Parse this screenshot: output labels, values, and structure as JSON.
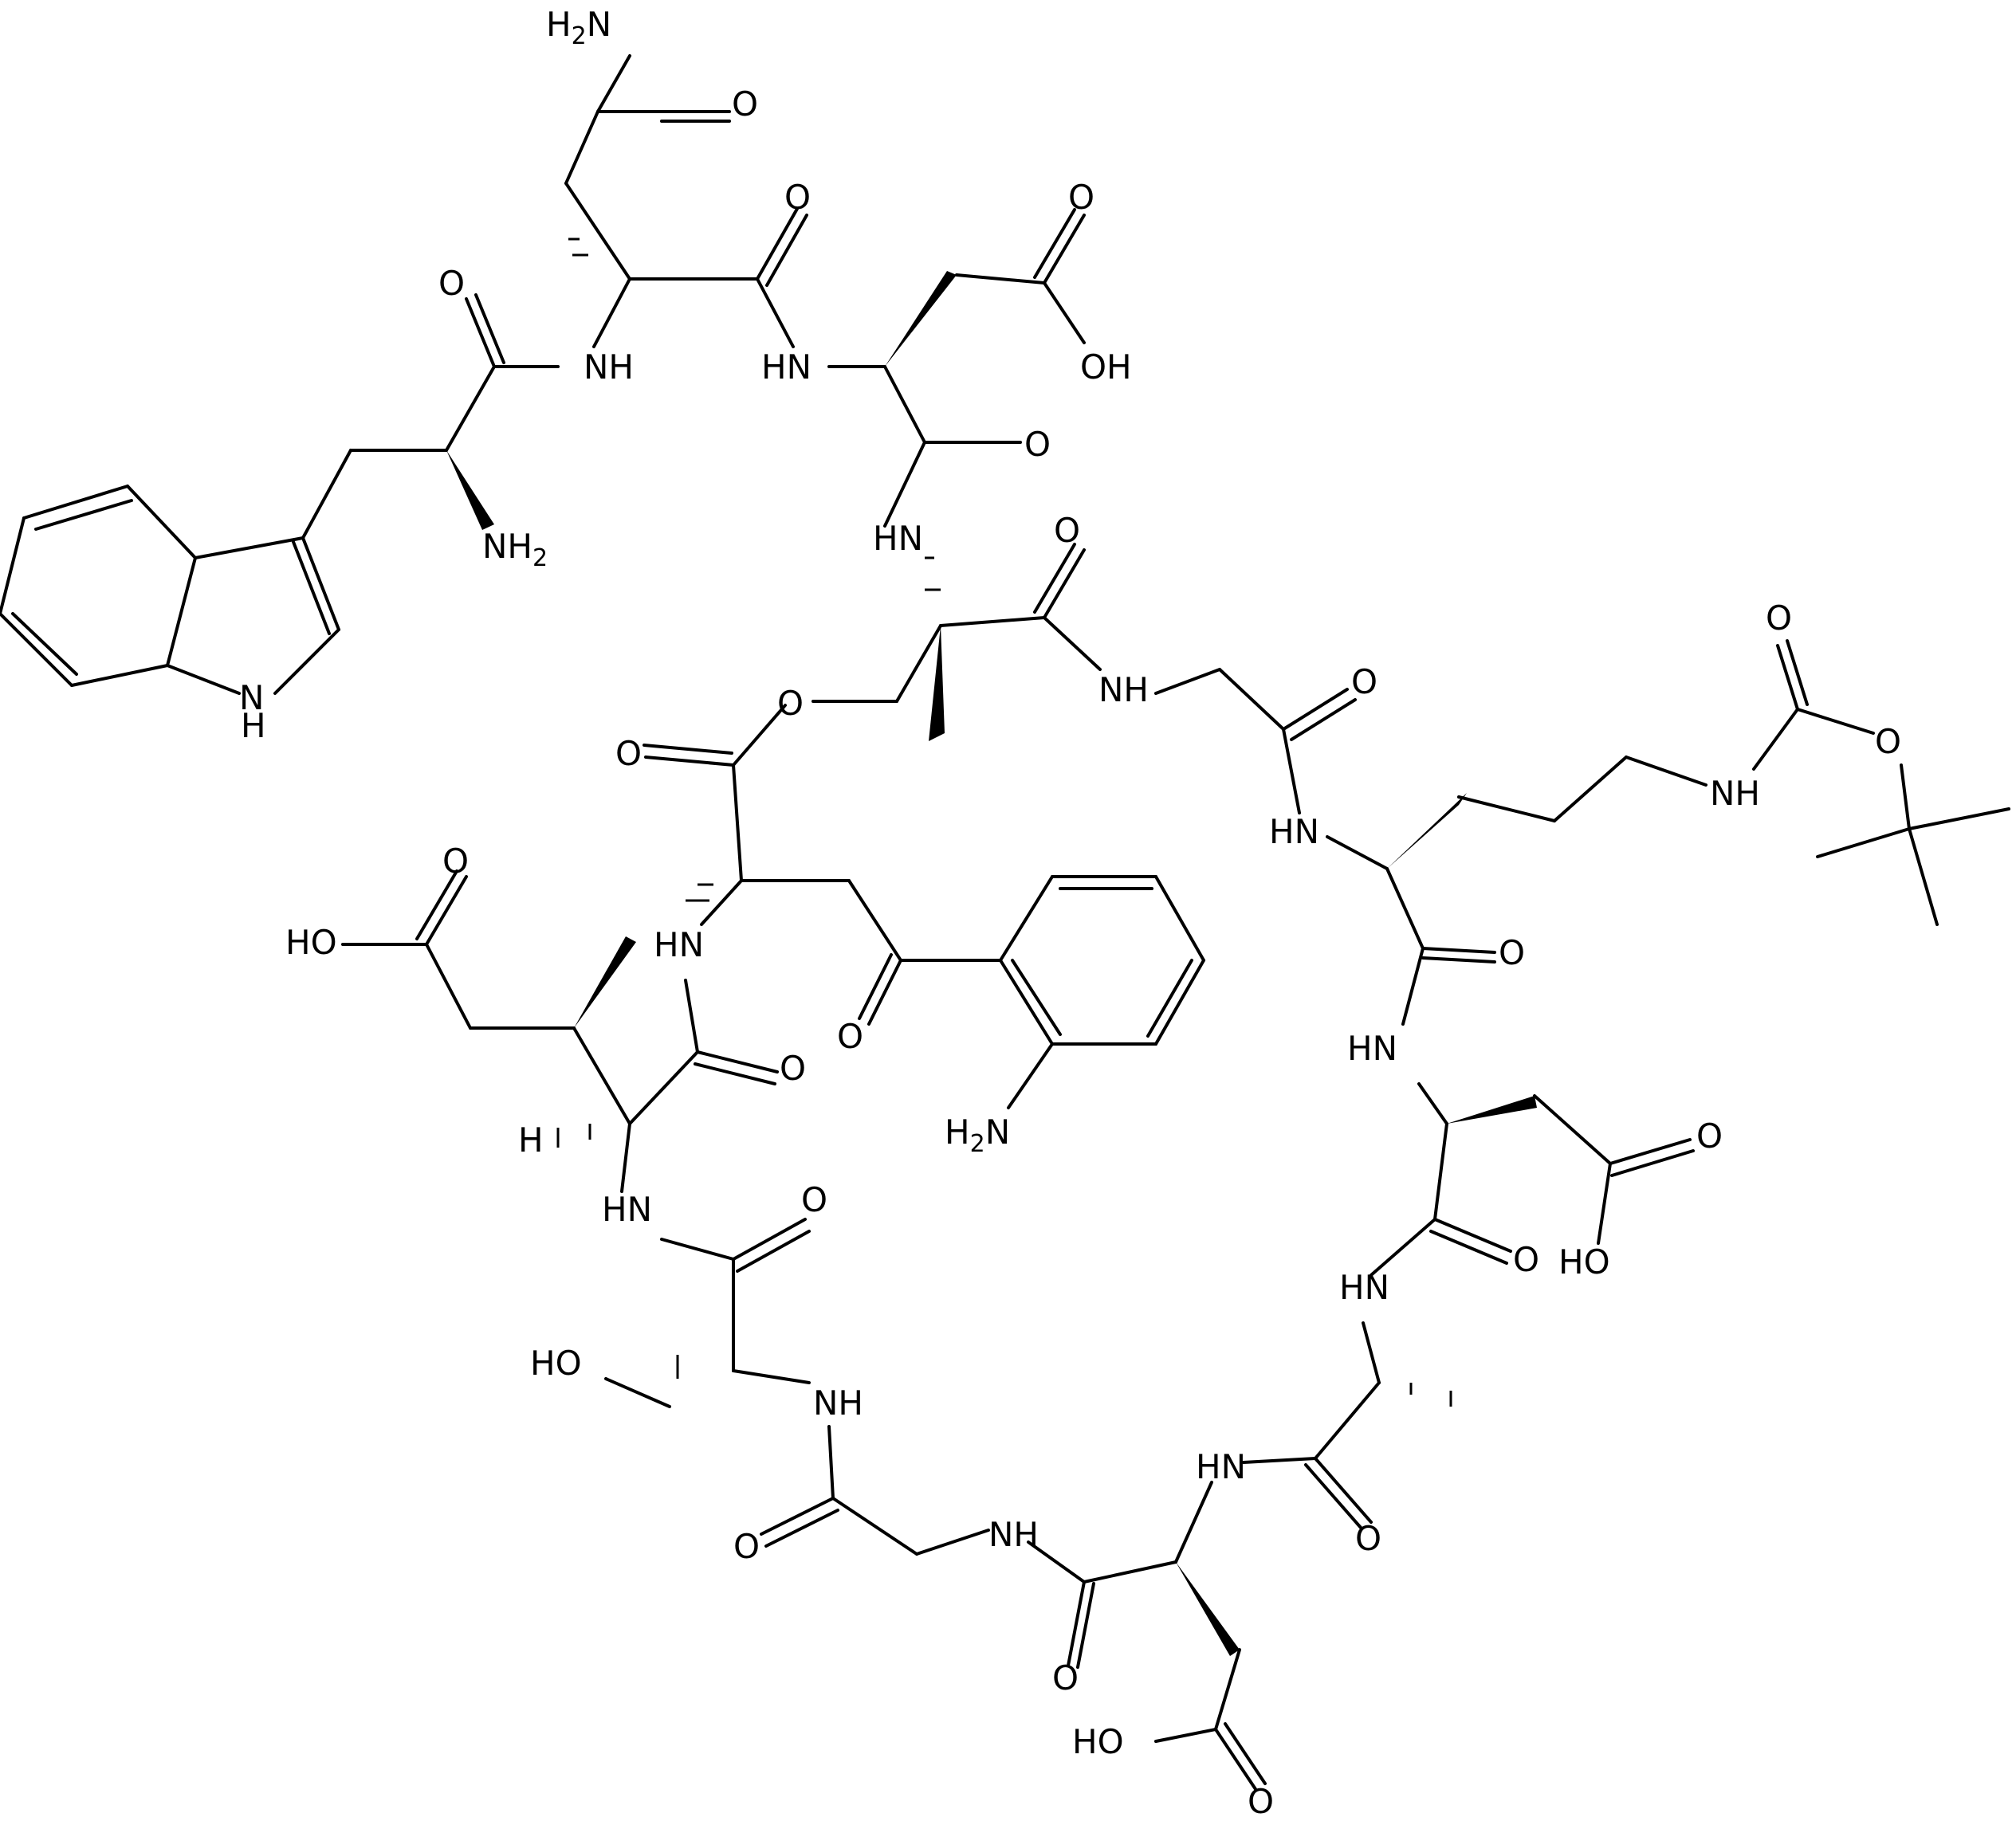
{
  "diagram": {
    "type": "chemical-structure",
    "atom_labels": [
      {
        "id": "nh2-asn-amide",
        "text": "H2N"
      },
      {
        "id": "o-asn-amide",
        "text": "O"
      },
      {
        "id": "o-asn-co",
        "text": "O"
      },
      {
        "id": "o-asp1-acid",
        "text": "O"
      },
      {
        "id": "o-trp-co",
        "text": "O"
      },
      {
        "id": "nh-trp-asn",
        "text": "NH"
      },
      {
        "id": "nh-asn-asp1",
        "text": "HN"
      },
      {
        "id": "oh-asp1",
        "text": "OH"
      },
      {
        "id": "nh2-trp",
        "text": "NH2"
      },
      {
        "id": "o-asp1-co",
        "text": "O"
      },
      {
        "id": "nh-asp1-thr",
        "text": "HN"
      },
      {
        "id": "o-thr-co",
        "text": "O"
      },
      {
        "id": "nh-indole",
        "text": "H",
        "note_n": "N"
      },
      {
        "id": "o-ester",
        "text": "O"
      },
      {
        "id": "nh-thr-gly",
        "text": "NH"
      },
      {
        "id": "o-gly1-co",
        "text": "O"
      },
      {
        "id": "o-boc-co",
        "text": "O"
      },
      {
        "id": "o-boc-ether",
        "text": "O"
      },
      {
        "id": "o-ester-co",
        "text": "O"
      },
      {
        "id": "nh-gly-orn",
        "text": "HN"
      },
      {
        "id": "nh-boc",
        "text": "NH"
      },
      {
        "id": "o-mglu-acid",
        "text": "O"
      },
      {
        "id": "oh-mglu",
        "text": "HO"
      },
      {
        "id": "nh-kyn",
        "text": "HN"
      },
      {
        "id": "o-orn-co",
        "text": "O"
      },
      {
        "id": "o-kyn-ketone",
        "text": "O"
      },
      {
        "id": "o-mglu-co",
        "text": "O"
      },
      {
        "id": "nh-orn-asp2",
        "text": "HN"
      },
      {
        "id": "nh2-kyn",
        "text": "H2N"
      },
      {
        "id": "h-mglu",
        "text": "H"
      },
      {
        "id": "o-asp2-acid",
        "text": "O"
      },
      {
        "id": "nh-mglu-ser",
        "text": "HN"
      },
      {
        "id": "o-ser-co",
        "text": "O"
      },
      {
        "id": "o-asp2-co",
        "text": "O"
      },
      {
        "id": "oh-asp2",
        "text": "HO"
      },
      {
        "id": "nh-asp2-ala",
        "text": "HN"
      },
      {
        "id": "oh-ser",
        "text": "HO"
      },
      {
        "id": "nh-ser-gly",
        "text": "NH"
      },
      {
        "id": "nh-ala-asp3",
        "text": "HN"
      },
      {
        "id": "nh-gly2-asp3",
        "text": "NH"
      },
      {
        "id": "o-gly2-co",
        "text": "O"
      },
      {
        "id": "o-ala-co",
        "text": "O"
      },
      {
        "id": "o-asp3-co",
        "text": "O"
      },
      {
        "id": "oh-asp3",
        "text": "HO"
      },
      {
        "id": "o-asp3-acid",
        "text": "O"
      }
    ]
  }
}
